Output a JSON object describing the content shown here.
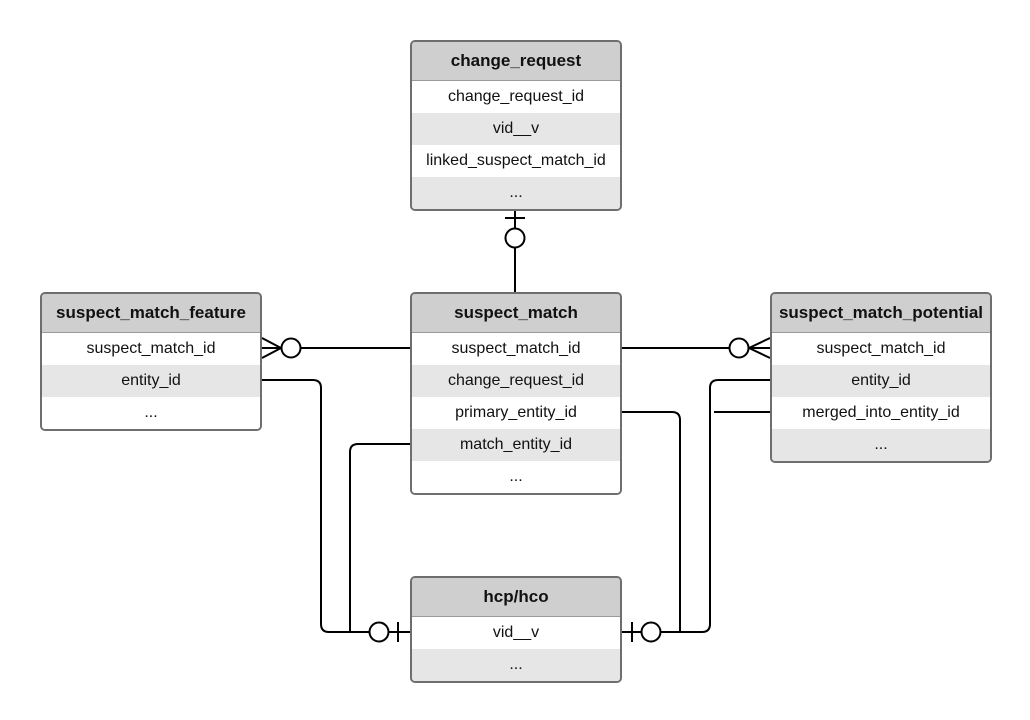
{
  "entities": {
    "change_request": {
      "title": "change_request",
      "fields": [
        "change_request_id",
        "vid__v",
        "linked_suspect_match_id",
        "..."
      ]
    },
    "suspect_match": {
      "title": "suspect_match",
      "fields": [
        "suspect_match_id",
        "change_request_id",
        "primary_entity_id",
        "match_entity_id",
        "..."
      ]
    },
    "suspect_match_feature": {
      "title": "suspect_match_feature",
      "fields": [
        "suspect_match_id",
        "entity_id",
        "..."
      ]
    },
    "suspect_match_potential": {
      "title": "suspect_match_potential",
      "fields": [
        "suspect_match_id",
        "entity_id",
        "merged_into_entity_id",
        "..."
      ]
    },
    "hcp_hco": {
      "title": "hcp/hco",
      "fields": [
        "vid__v",
        "..."
      ]
    }
  },
  "colors": {
    "header_bg": "#cfcfcf",
    "row_alt_bg": "#e6e6e6",
    "border": "#6e6e6e",
    "line": "#000000"
  }
}
